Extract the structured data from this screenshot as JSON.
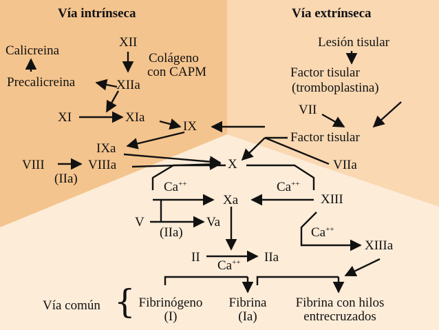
{
  "headings": {
    "intrinsic": "Vía intrínseca",
    "extrinsic": "Vía extrínseca"
  },
  "intrinsic": {
    "calicreina": "Calicreina",
    "precalicreina": "Precalicreina",
    "xii": "XII",
    "xiia": "XIIa",
    "colageno_line1": "Colágeno",
    "colageno_line2": "con CAPM",
    "xi": "XI",
    "xia": "XIa",
    "ix": "IX",
    "ixa": "IXa",
    "viii": "VIII",
    "viiia": "VIIIa",
    "iia_paren_viii": "(IIa)"
  },
  "extrinsic": {
    "lesion": "Lesión tisular",
    "factor_line1": "Factor tisular",
    "factor_line2": "(tromboplastina)",
    "vii": "VII",
    "factor_tisular": "Factor tisular",
    "viia": "VIIa"
  },
  "common": {
    "x": "X",
    "ca_left": "Ca",
    "ca_right": "Ca",
    "ca_sup": "++",
    "xa": "Xa",
    "xiii": "XIII",
    "v": "V",
    "iia_paren_v": "(IIa)",
    "va": "Va",
    "ca_xiii": "Ca",
    "xiiia": "XIIIa",
    "ii": "II",
    "ca_ii": "Ca",
    "iia": "IIa",
    "via_comun": "Vía común",
    "fibrinogeno": "Fibrinógeno",
    "fibrinogeno_roman": "(I)",
    "fibrina": "Fibrina",
    "fibrina_roman": "(Ia)",
    "fibrina_hilos_line1": "Fibrina con hilos",
    "fibrina_hilos_line2": "entrecruzados"
  },
  "colors": {
    "intrinsic_bg": "#f4c48e",
    "extrinsic_bg": "#f9d8b2",
    "common_bg": "#fcecd8",
    "ink": "#111111"
  }
}
